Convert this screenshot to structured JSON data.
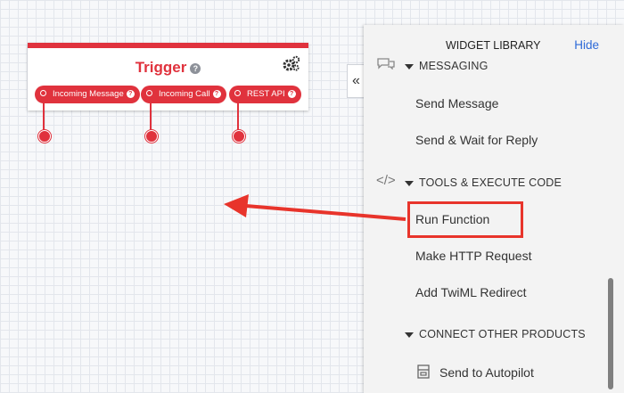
{
  "trigger": {
    "title": "Trigger",
    "help": "?",
    "pills": [
      {
        "label": "Incoming Message"
      },
      {
        "label": "Incoming Call"
      },
      {
        "label": "REST API"
      }
    ]
  },
  "panel": {
    "title": "WIDGET LIBRARY",
    "hide_label": "Hide",
    "collapse_glyph": "«",
    "sections": [
      {
        "label": "MESSAGING",
        "items": [
          "Send Message",
          "Send & Wait for Reply"
        ]
      },
      {
        "label": "TOOLS & EXECUTE CODE",
        "items": [
          "Run Function",
          "Make HTTP Request",
          "Add TwiML Redirect"
        ]
      },
      {
        "label": "CONNECT OTHER PRODUCTS",
        "items": [
          "Send to Autopilot"
        ]
      }
    ]
  },
  "annotation": {
    "highlighted_item": "Run Function",
    "arrow_color": "#e8342b"
  },
  "colors": {
    "brand_red": "#e0323d",
    "link_blue": "#2e6ad8"
  }
}
